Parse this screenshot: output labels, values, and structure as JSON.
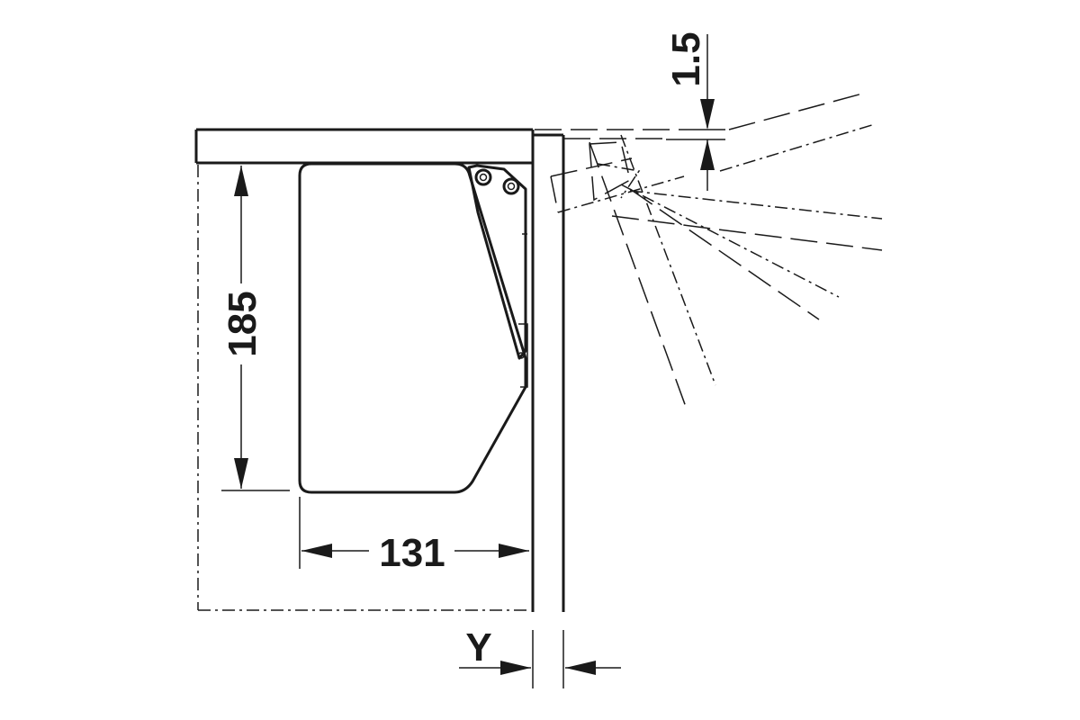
{
  "dimensions": {
    "height_label": "185",
    "width_label": "131",
    "offset_label": "1.5",
    "door_gap_label": "Y"
  },
  "colors": {
    "line": "#1a1a1a",
    "background": "#ffffff"
  }
}
